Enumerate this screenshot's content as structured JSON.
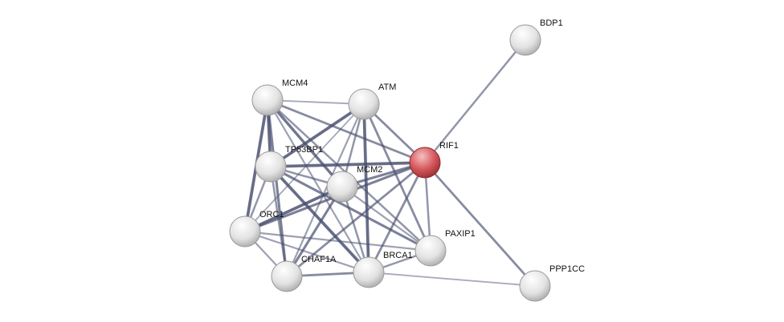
{
  "colors": {
    "edge": "#4a5070",
    "node": "#e6e6e6",
    "query_node": "#d4545a"
  },
  "nodes": [
    {
      "id": "BDP1",
      "label": "BDP1",
      "query": false
    },
    {
      "id": "MCM4",
      "label": "MCM4",
      "query": false
    },
    {
      "id": "ATM",
      "label": "ATM",
      "query": false
    },
    {
      "id": "RIF1",
      "label": "RIF1",
      "query": true
    },
    {
      "id": "TP53BP1",
      "label": "TP53BP1",
      "query": false
    },
    {
      "id": "MCM2",
      "label": "MCM2",
      "query": false
    },
    {
      "id": "ORC1",
      "label": "ORC1",
      "query": false
    },
    {
      "id": "PAXIP1",
      "label": "PAXIP1",
      "query": false
    },
    {
      "id": "CHAF1A",
      "label": "CHAF1A",
      "query": false
    },
    {
      "id": "BRCA1",
      "label": "BRCA1",
      "query": false
    },
    {
      "id": "PPP1CC",
      "label": "PPP1CC",
      "query": false
    }
  ],
  "edges": [
    [
      "MCM4",
      "ATM",
      0.3
    ],
    [
      "MCM4",
      "TP53BP1",
      0.9
    ],
    [
      "MCM4",
      "ORC1",
      0.9
    ],
    [
      "MCM4",
      "CHAF1A",
      0.7
    ],
    [
      "MCM4",
      "MCM2",
      0.8
    ],
    [
      "MCM4",
      "RIF1",
      0.6
    ],
    [
      "MCM4",
      "BRCA1",
      0.4
    ],
    [
      "MCM4",
      "PAXIP1",
      0.5
    ],
    [
      "ATM",
      "TP53BP1",
      0.9
    ],
    [
      "ATM",
      "ORC1",
      0.3
    ],
    [
      "ATM",
      "MCM2",
      0.5
    ],
    [
      "ATM",
      "BRCA1",
      0.9
    ],
    [
      "ATM",
      "RIF1",
      0.6
    ],
    [
      "ATM",
      "PAXIP1",
      0.6
    ],
    [
      "ATM",
      "CHAF1A",
      0.4
    ],
    [
      "TP53BP1",
      "RIF1",
      0.9
    ],
    [
      "TP53BP1",
      "MCM2",
      0.5
    ],
    [
      "TP53BP1",
      "BRCA1",
      0.9
    ],
    [
      "TP53BP1",
      "PAXIP1",
      0.7
    ],
    [
      "TP53BP1",
      "ORC1",
      0.5
    ],
    [
      "TP53BP1",
      "CHAF1A",
      0.5
    ],
    [
      "MCM2",
      "RIF1",
      0.7
    ],
    [
      "MCM2",
      "ORC1",
      0.9
    ],
    [
      "MCM2",
      "CHAF1A",
      0.7
    ],
    [
      "MCM2",
      "BRCA1",
      0.5
    ],
    [
      "MCM2",
      "PAXIP1",
      0.4
    ],
    [
      "ORC1",
      "RIF1",
      0.7
    ],
    [
      "ORC1",
      "CHAF1A",
      0.4
    ],
    [
      "ORC1",
      "BRCA1",
      0.4
    ],
    [
      "ORC1",
      "PAXIP1",
      0.4
    ],
    [
      "RIF1",
      "BDP1",
      0.5
    ],
    [
      "RIF1",
      "PPP1CC",
      0.6
    ],
    [
      "RIF1",
      "PAXIP1",
      0.5
    ],
    [
      "RIF1",
      "BRCA1",
      0.6
    ],
    [
      "RIF1",
      "CHAF1A",
      0.6
    ],
    [
      "CHAF1A",
      "BRCA1",
      0.6
    ],
    [
      "BRCA1",
      "PAXIP1",
      0.5
    ],
    [
      "BRCA1",
      "PPP1CC",
      0.3
    ]
  ]
}
